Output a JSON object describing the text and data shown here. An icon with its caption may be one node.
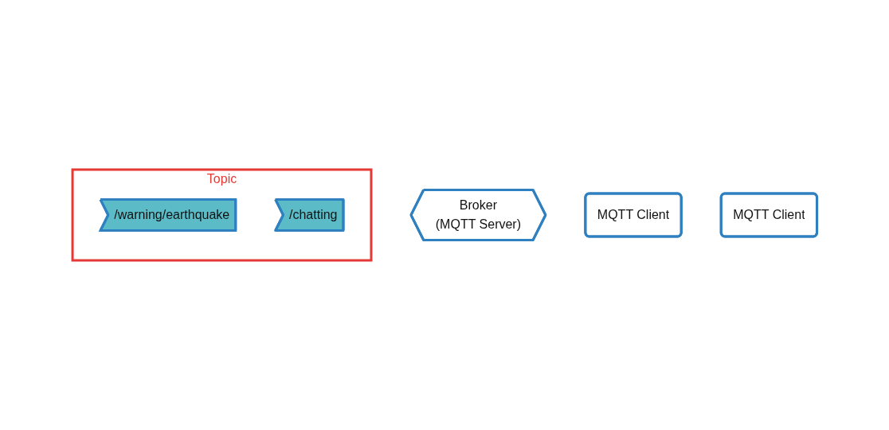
{
  "diagram": {
    "nodes": [
      {
        "text": [
          "Broker",
          "(MQTT Server)"
        ]
      },
      {
        "text": [
          "Topic"
        ]
      },
      {
        "text": [
          "/warning/earthquake"
        ],
        "in": 1
      },
      {
        "text": [
          "/chatting"
        ],
        "in": 1
      },
      {
        "text": [
          "MQTT Client"
        ]
      },
      {
        "text": [
          "MQTT Client"
        ]
      }
    ],
    "edges": []
  }
}
